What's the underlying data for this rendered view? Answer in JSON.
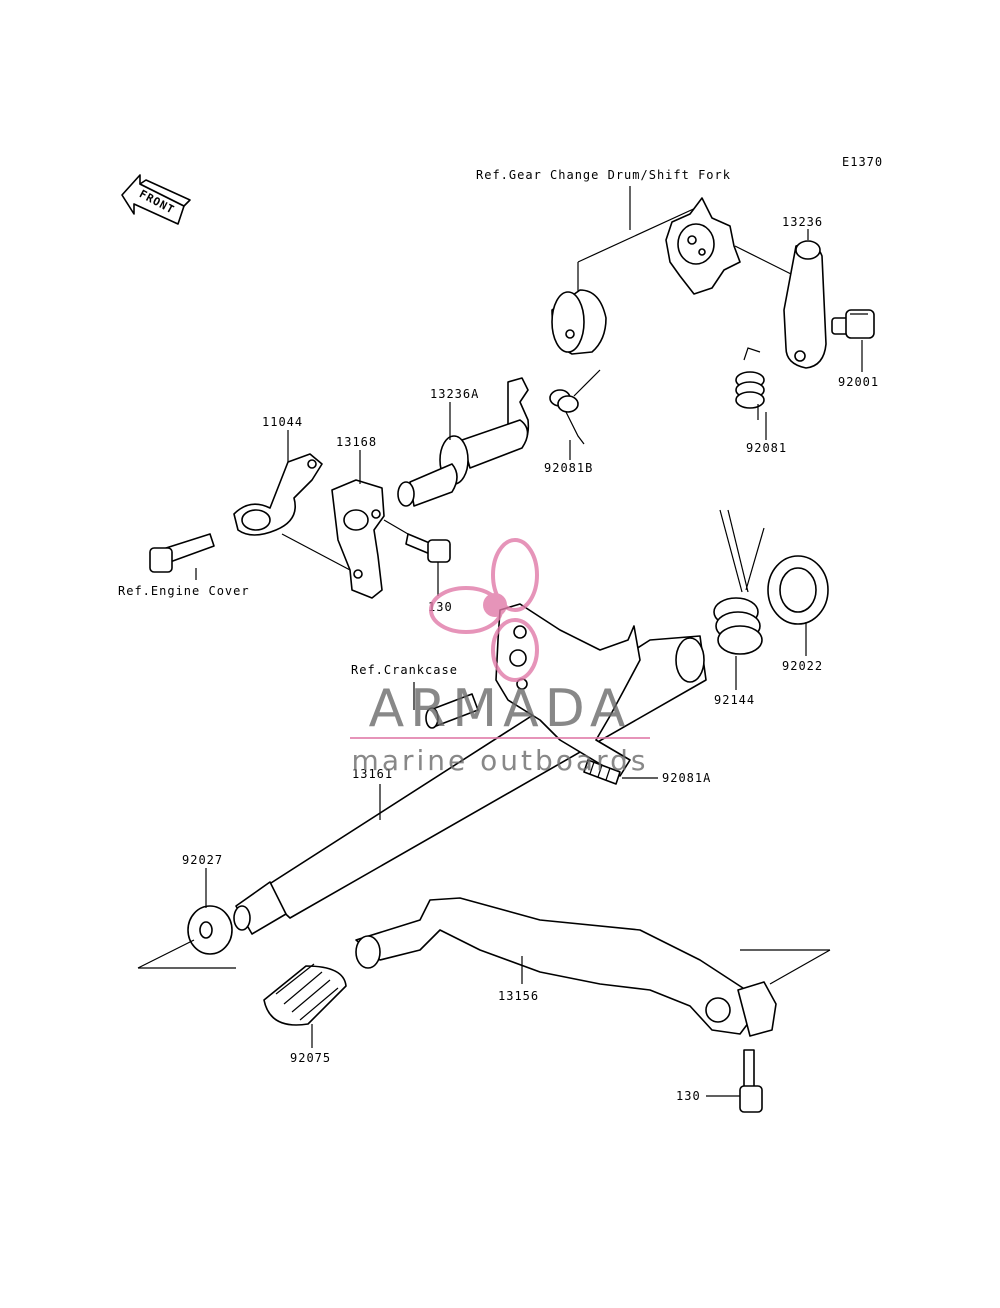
{
  "diagram": {
    "code": "E1370",
    "front_label": "FRONT",
    "references": {
      "drum": "Ref.Gear Change Drum/Shift Fork",
      "engine_cover": "Ref.Engine Cover",
      "crankcase": "Ref.Crankcase"
    },
    "parts": {
      "p13236": "13236",
      "p92001": "92001",
      "p92081": "92081",
      "p13236A": "13236A",
      "p92081B": "92081B",
      "p11044": "11044",
      "p13168": "13168",
      "p130_upper": "130",
      "p92144": "92144",
      "p92022": "92022",
      "p92081A": "92081A",
      "p13161": "13161",
      "p92027": "92027",
      "p13156": "13156",
      "p92075": "92075",
      "p130_lower": "130"
    }
  },
  "watermark": {
    "brand": "ARMADA",
    "tagline": "marine outboards",
    "colors": {
      "pink": "#e07aa8",
      "gray": "#6b6b6b"
    }
  }
}
